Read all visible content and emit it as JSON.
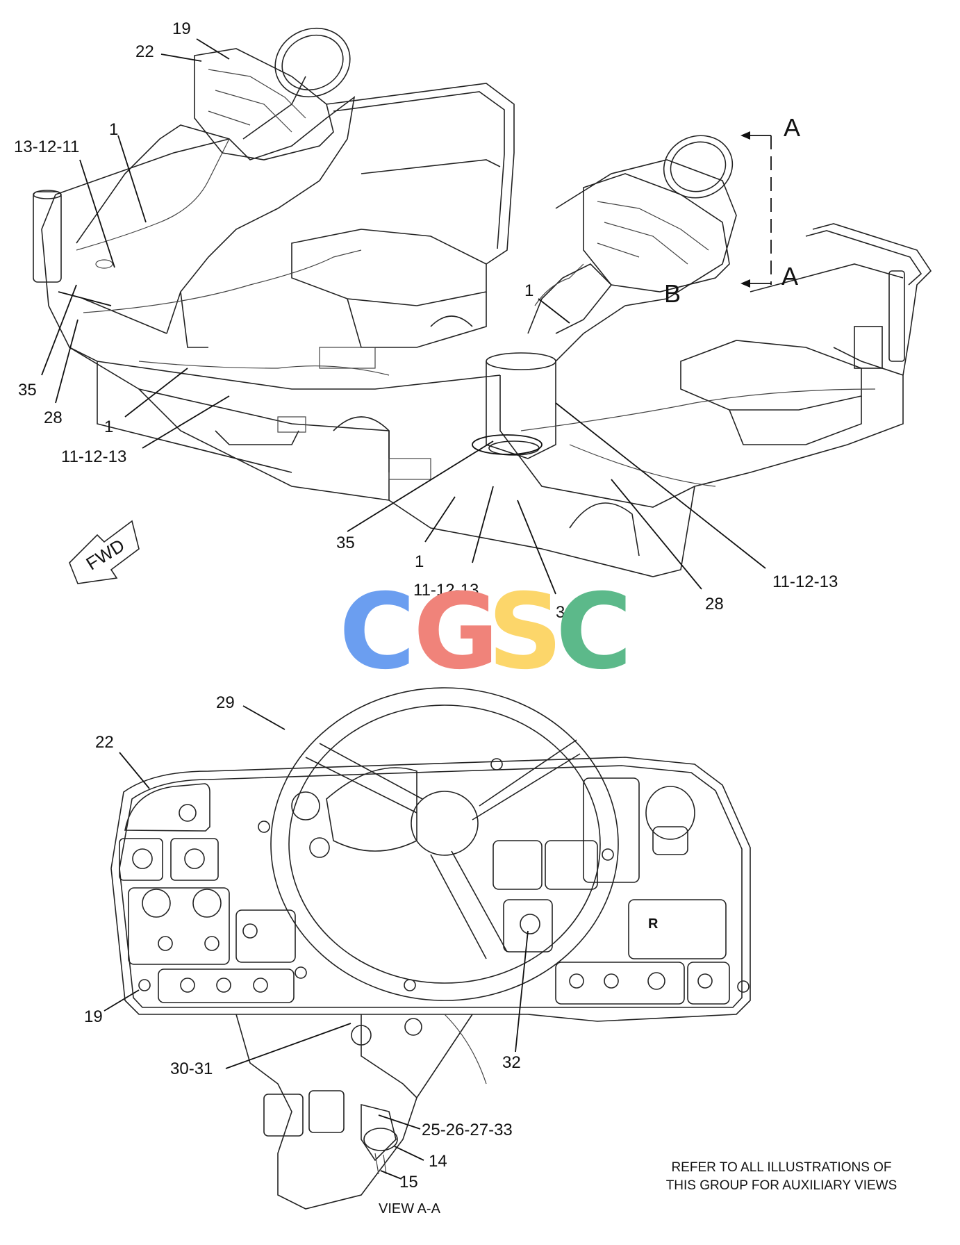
{
  "section_markers": {
    "a_top": "A",
    "a_bottom": "A",
    "b": "B"
  },
  "fwd_label": "FWD",
  "watermark": {
    "letters": [
      "C",
      "G",
      "S",
      "C"
    ],
    "colors": [
      "#6b9ef0",
      "#f0837a",
      "#fcd66a",
      "#5cb98a"
    ]
  },
  "callouts_top": [
    "19",
    "22",
    "1",
    "13-12-11",
    "35",
    "28",
    "1",
    "11-12-13",
    "1",
    "35",
    "1",
    "11-12-13",
    "34",
    "28",
    "11-12-13"
  ],
  "callouts_bottom": [
    "29",
    "22",
    "19",
    "30-31",
    "32",
    "25-26-27-33",
    "14",
    "15"
  ],
  "note": {
    "line1": "REFER TO ALL ILLUSTRATIONS OF",
    "line2": "THIS GROUP FOR AUXILIARY VIEWS"
  },
  "view_label": "VIEW  A-A",
  "panel_glyphs": {
    "direction_r": "R"
  }
}
